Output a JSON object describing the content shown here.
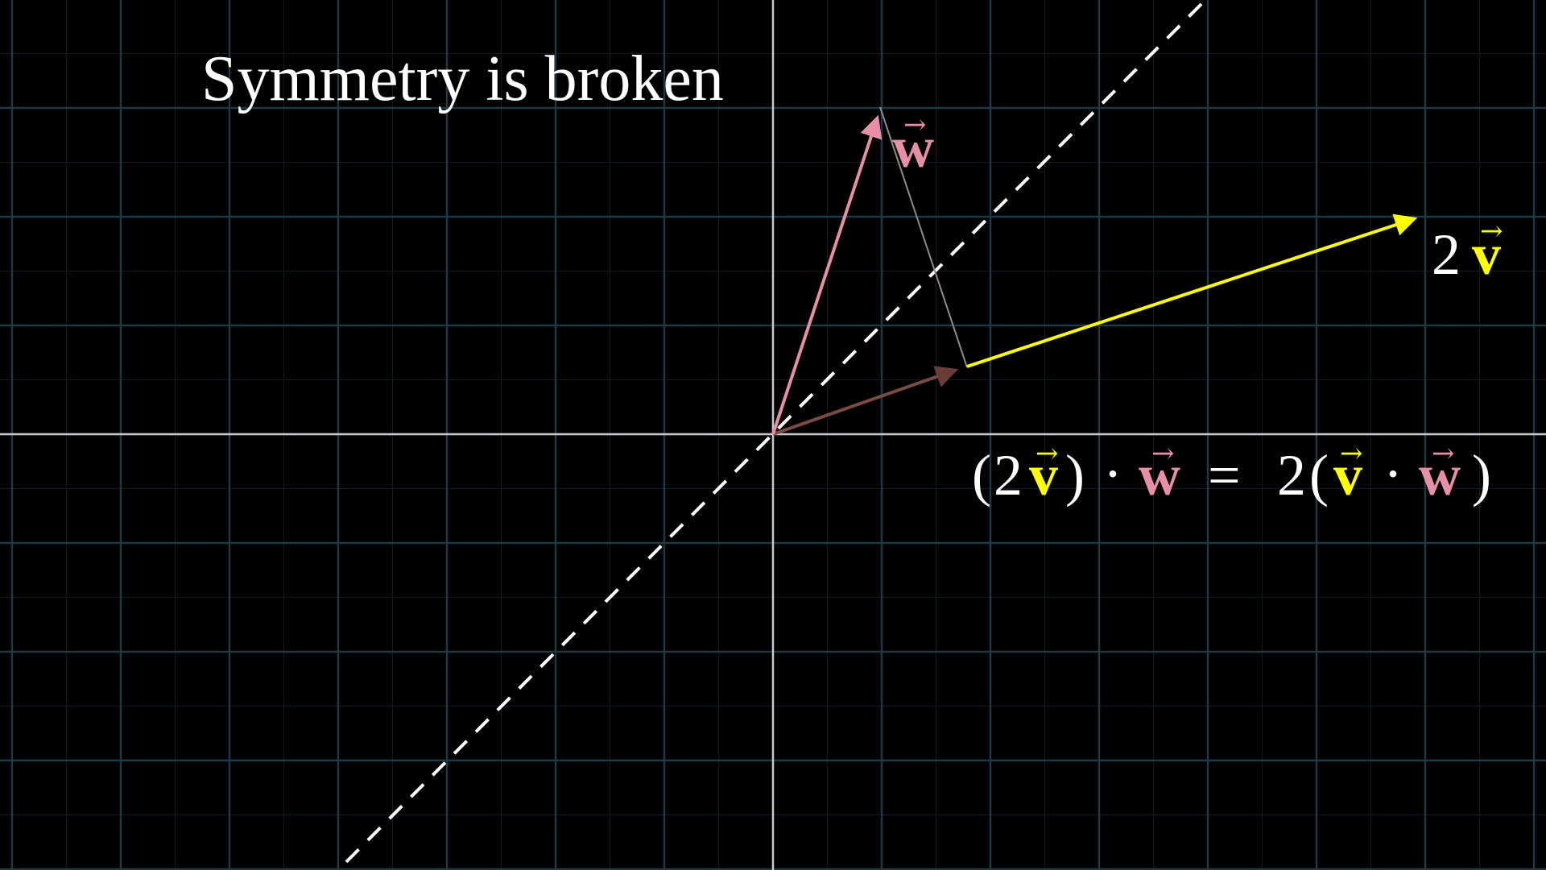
{
  "title": "Symmetry is broken",
  "vectors": {
    "w": {
      "symbol": "w",
      "color": "#e88fa5"
    },
    "v": {
      "symbol": "v",
      "color": "#ffff00"
    },
    "two_v_coefficient": "2"
  },
  "equation": {
    "open_paren": "(",
    "coef": "2",
    "v": "v",
    "close_paren": ")",
    "dot": "·",
    "w": "w",
    "equals": "=",
    "coef2": "2",
    "open_paren2": "(",
    "v2": "v",
    "dot2": "·",
    "w2": "w",
    "close_paren2": ")"
  },
  "colors": {
    "background": "#000000",
    "grid": "#1d3a47",
    "axes": "#c8c8c8",
    "w_vector": "#e88fa5",
    "v_vector_scaled": "#ffff00",
    "v_vector_original": "#7a4a44",
    "projection_line": "#8c8c8c",
    "dashed_line": "#ffffff",
    "text": "#ffffff"
  }
}
